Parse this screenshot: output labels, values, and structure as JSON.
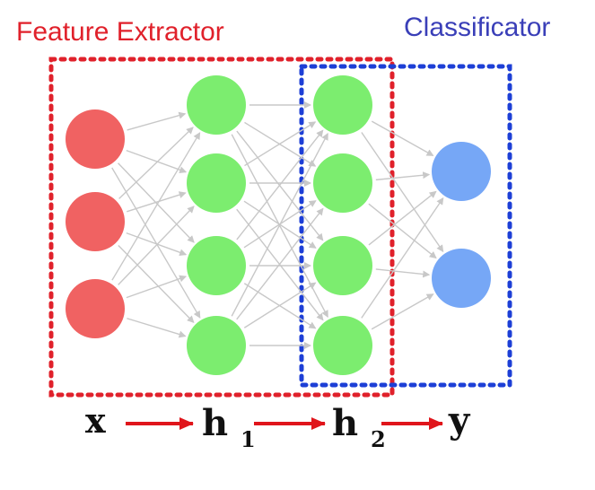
{
  "regions": {
    "feature_extractor": {
      "label": "Feature Extractor",
      "color": "#e0212b"
    },
    "classifier": {
      "label": "Classificator",
      "color": "#3a3fb8"
    }
  },
  "layers": [
    {
      "id": "x",
      "nodes": 3,
      "color": "#f06262"
    },
    {
      "id": "h1",
      "nodes": 4,
      "color": "#7ced6f"
    },
    {
      "id": "h2",
      "nodes": 4,
      "color": "#7ced6f"
    },
    {
      "id": "y",
      "nodes": 2,
      "color": "#76a7f6"
    }
  ],
  "edge_color": "#c8c8c8",
  "flow_arrow_color": "#e0151b",
  "flow": {
    "x": {
      "main": "x",
      "sub": ""
    },
    "h1": {
      "main": "h",
      "sub": "1"
    },
    "h2": {
      "main": "h",
      "sub": "2"
    },
    "y": {
      "main": "y",
      "sub": ""
    }
  }
}
